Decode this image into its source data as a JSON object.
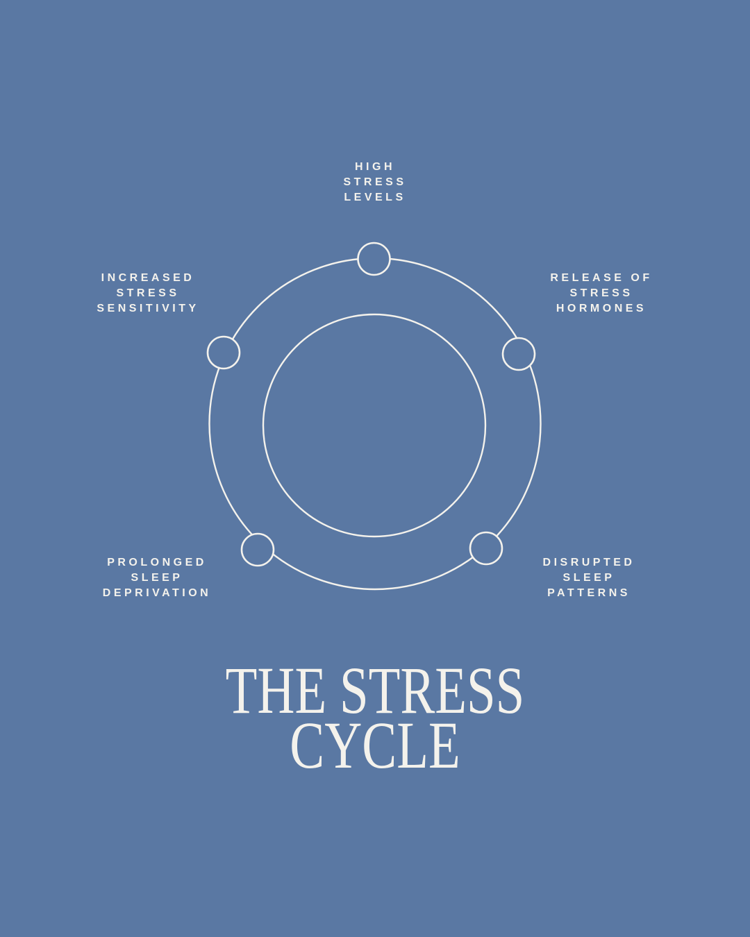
{
  "canvas": {
    "background_color": "#5A78A3",
    "foreground_color": "#F4F2EC"
  },
  "title": {
    "full_text": "THE STRESS CYCLE",
    "line1": "THE STRESS",
    "line2": "CYCLE"
  },
  "diagram": {
    "type": "cycle",
    "stage_count": 5,
    "stages": [
      {
        "position": "top",
        "label": "HIGH\nSTRESS\nLEVELS"
      },
      {
        "position": "right",
        "label": "RELEASE OF\nSTRESS\nHORMONES"
      },
      {
        "position": "bottom-right",
        "label": "DISRUPTED\nSLEEP\nPATTERNS"
      },
      {
        "position": "bottom-left",
        "label": "PROLONGED\nSLEEP\nDEPRIVATION"
      },
      {
        "position": "left",
        "label": "INCREASED\nSTRESS\nSENSITIVITY"
      }
    ]
  }
}
